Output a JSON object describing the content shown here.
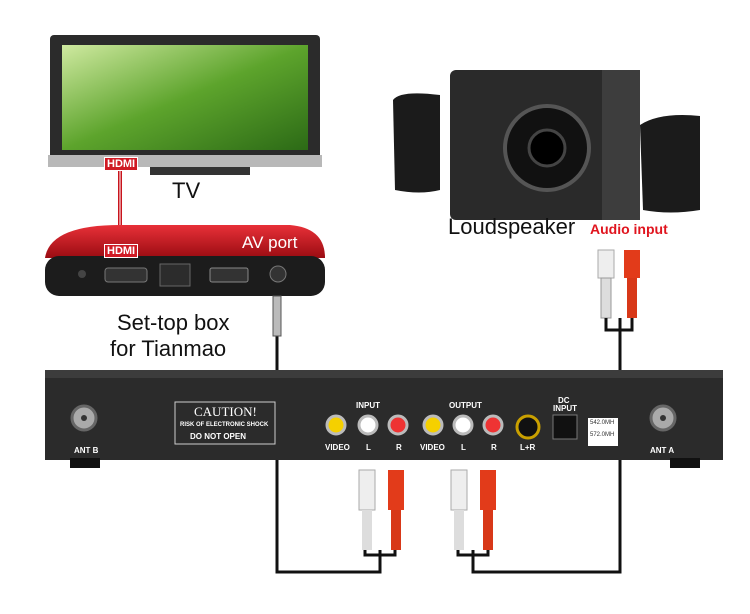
{
  "labels": {
    "tv": "TV",
    "hdmi_top": "HDMI",
    "hdmi_bottom": "HDMI",
    "av_port": "AV port",
    "set_top_box": "Set-top box",
    "for_tianmao": "for Tianmao",
    "loudspeaker": "Loudspeaker",
    "audio_input": "Audio input"
  },
  "receiver": {
    "caution": "CAUTION!",
    "risk": "RISK OF ELECTRONIC SHOCK",
    "do_not_open": "DO NOT OPEN",
    "input": "INPUT",
    "output": "OUTPUT",
    "video_in": "VIDEO",
    "l_in": "L",
    "r_in": "R",
    "video_out": "VIDEO",
    "l_out": "L",
    "r_out": "R",
    "lr": "L+R",
    "dc": "DC",
    "dc_input": "INPUT",
    "freq1": "542.0MH",
    "freq2": "572.0MH",
    "ant_b": "ANT B",
    "ant_a": "ANT A"
  },
  "colors": {
    "accent_red": "#e0141e",
    "box_red": "#c8141c"
  }
}
